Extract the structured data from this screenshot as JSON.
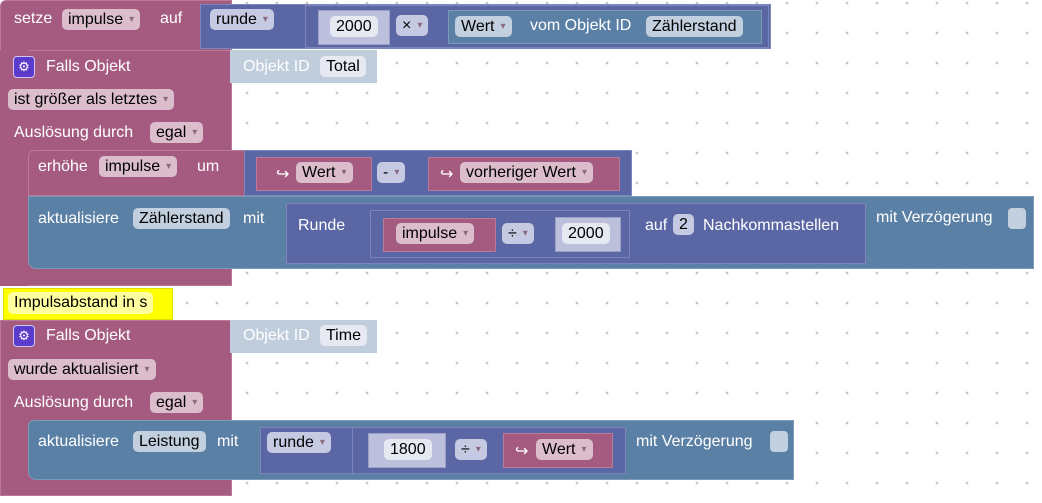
{
  "block1": {
    "setze": "setze",
    "var": "impulse",
    "auf": "auf",
    "round": "runde",
    "number": "2000",
    "op": "×",
    "wert": "Wert",
    "vom": "vom Objekt ID",
    "object": "Zählerstand"
  },
  "trigger1": {
    "label": "Falls Objekt",
    "oid_label": "Objekt ID",
    "oid": "Total",
    "condition": "ist größer als letztes",
    "ausl": "Auslösung durch",
    "ausl_value": "egal",
    "increment": {
      "label": "erhöhe",
      "var": "impulse",
      "um": "um",
      "arrow": "↪",
      "wert": "Wert",
      "op": "-",
      "prev": "vorheriger Wert"
    },
    "update": {
      "label": "aktualisiere",
      "object": "Zählerstand",
      "mit": "mit",
      "runde": "Runde",
      "var": "impulse",
      "op": "÷",
      "number": "2000",
      "auf": "auf",
      "decimals": "2",
      "nachkomma": "Nachkommastellen",
      "delay": "mit Verzögerung"
    }
  },
  "comment": "Impulsabstand in s",
  "trigger2": {
    "label": "Falls Objekt",
    "oid_label": "Objekt ID",
    "oid": "Time",
    "condition": "wurde aktualisiert",
    "ausl": "Auslösung durch",
    "ausl_value": "egal",
    "update": {
      "label": "aktualisiere",
      "object": "Leistung",
      "mit": "mit",
      "round": "runde",
      "number": "1800",
      "op": "÷",
      "arrow": "↪",
      "wert": "Wert",
      "delay": "mit Verzögerung"
    }
  },
  "colors": {
    "event": "#a55b80",
    "math": "#5b67a5",
    "iobroker": "#5b80a5",
    "comment": "#ffff00"
  }
}
